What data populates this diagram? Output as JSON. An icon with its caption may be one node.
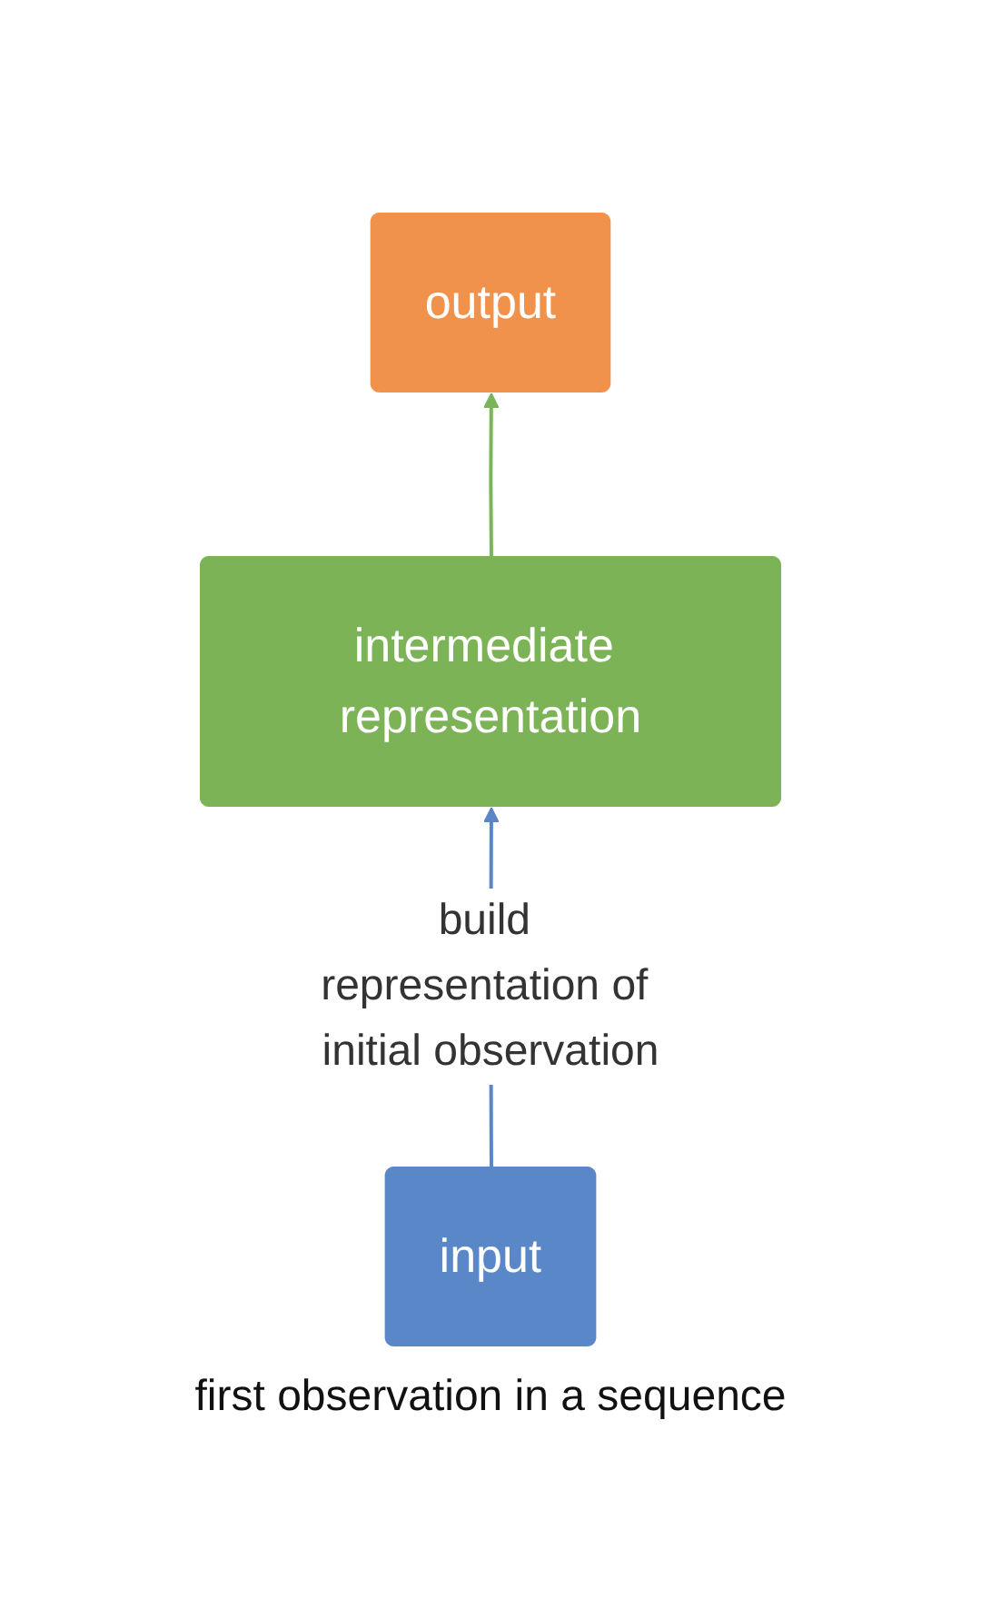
{
  "diagram": {
    "nodes": [
      {
        "text": [
          "output"
        ]
      },
      {
        "text": [
          "intermediate representation"
        ]
      },
      {
        "text": [
          "input"
        ],
        "beside": [
          "first observation in a sequence"
        ]
      }
    ],
    "edges": [
      {
        "from": 2,
        "to": 1,
        "arrow": "to",
        "label": "build representation of initial observation",
        "color": "#5b86c6"
      },
      {
        "from": 1,
        "to": 0,
        "arrow": "to",
        "color": "#7ab55c"
      }
    ]
  }
}
